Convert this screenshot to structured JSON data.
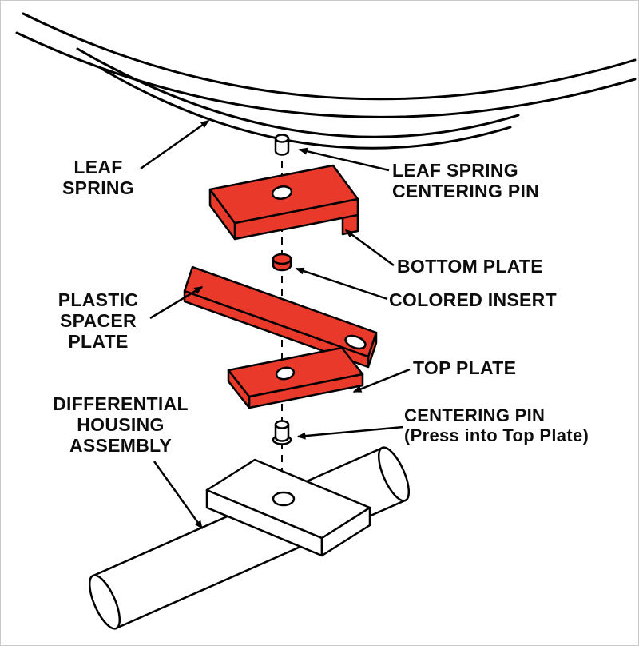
{
  "figure": {
    "type": "exploded-assembly-diagram",
    "subject": "leaf spring to differential housing mounting stack",
    "colors": {
      "background": "#ffffff",
      "part_red": "#e8392b",
      "line": "#000000"
    },
    "labels": {
      "leaf_spring": "LEAF\nSPRING",
      "leaf_spring_centering_pin": "LEAF SPRING\nCENTERING PIN",
      "bottom_plate": "BOTTOM PLATE",
      "colored_insert": "COLORED INSERT",
      "plastic_spacer_plate": "PLASTIC\nSPACER\nPLATE",
      "top_plate": "TOP PLATE",
      "centering_pin": "CENTERING PIN\n(Press into Top Plate)",
      "differential_housing_assembly": "DIFFERENTIAL\nHOUSING\nASSEMBLY"
    }
  }
}
